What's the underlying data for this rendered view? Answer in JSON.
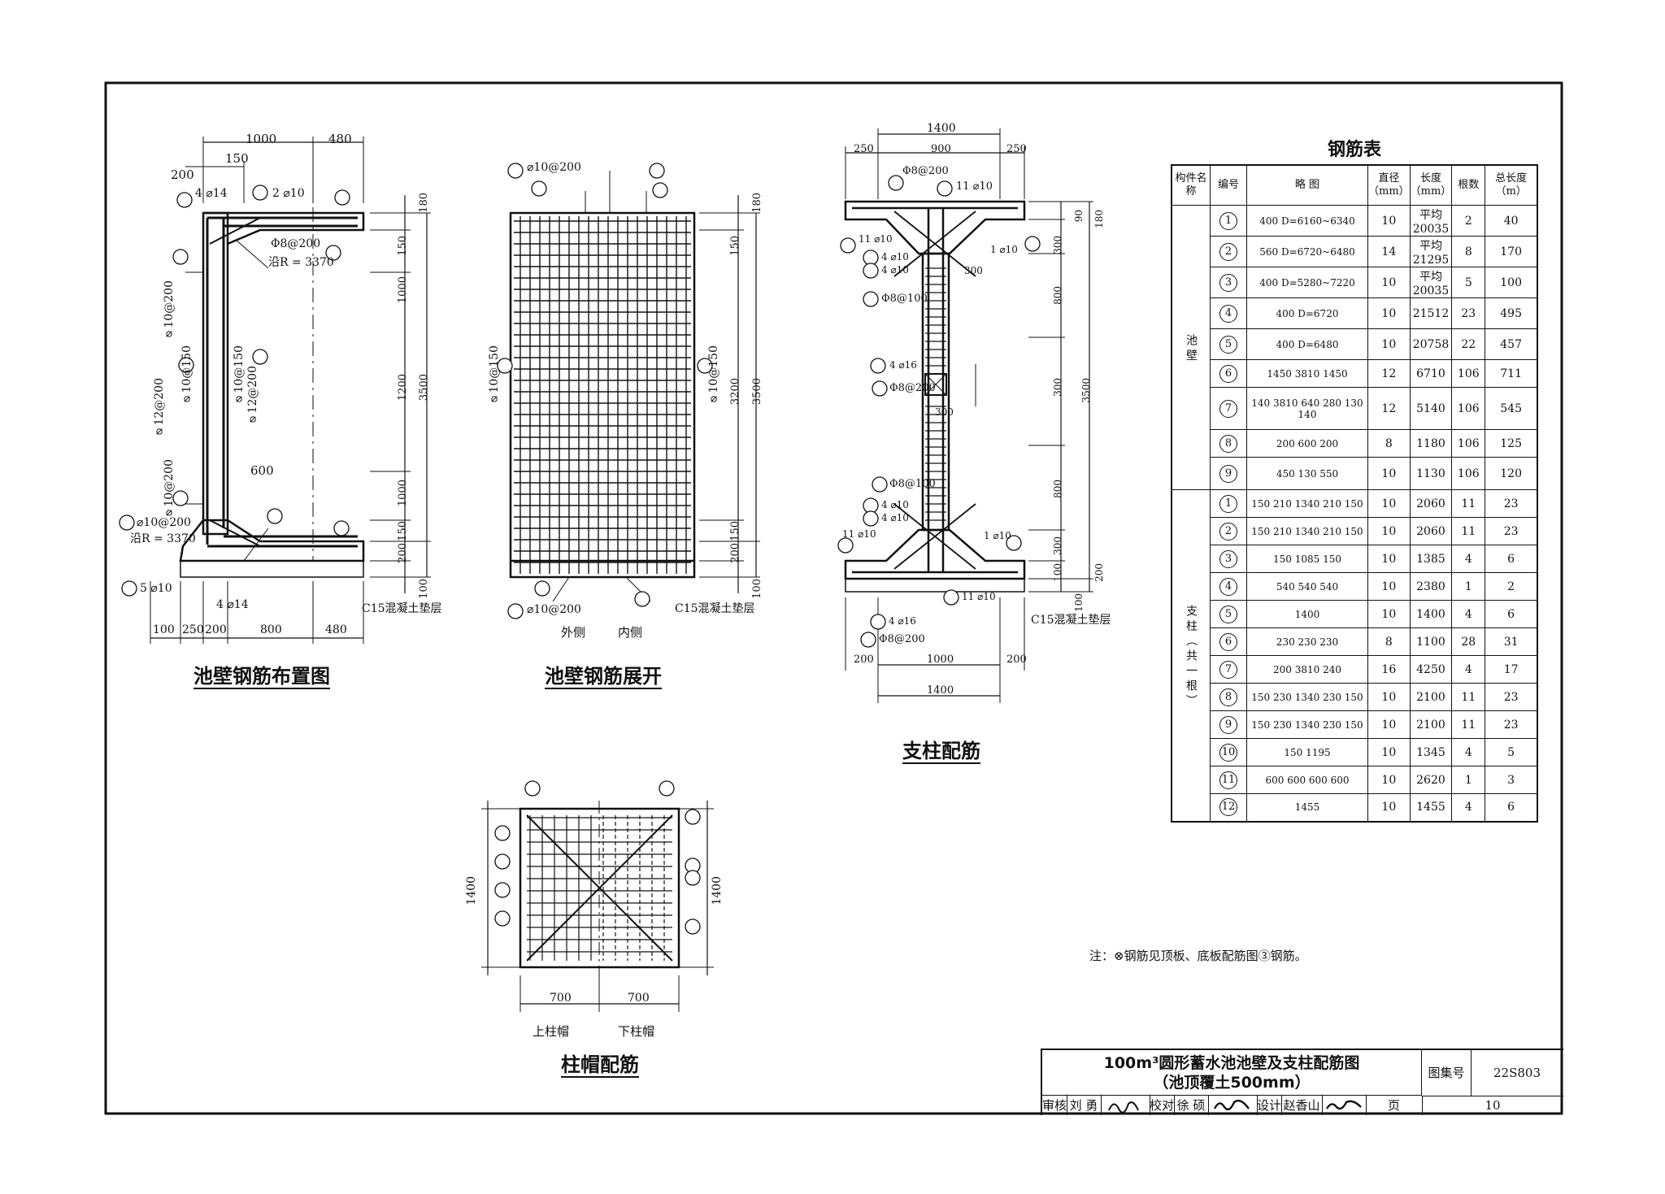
{
  "captions": {
    "wall_layout": "池壁钢筋布置图",
    "wall_unfold": "池壁钢筋展开",
    "column": "支柱配筋",
    "column_cap": "柱帽配筋"
  },
  "wall_layout": {
    "dims_top": [
      "1000",
      "480",
      "150",
      "200"
    ],
    "dims_bottom": [
      "100",
      "250",
      "200",
      "800",
      "480"
    ],
    "dims_right": [
      "180",
      "150",
      "1000",
      "1200",
      "3500",
      "1000",
      "150",
      "200",
      "100"
    ],
    "dim_600": "600",
    "bars": {
      "top_left": "4 ⌀14",
      "top_mid": "2 ⌀10",
      "phi8": "Φ8@200",
      "along_r": "沿R = 3370",
      "left1": "⌀10@200",
      "left2": "⌀12@200",
      "left3": "⌀10@150",
      "left4": "⌀10@200",
      "mid1": "⌀10@150",
      "mid2": "⌀12@200",
      "bottom_left": "⌀10@200",
      "bottom_r": "沿R = 3370",
      "bot5": "5 ⌀10",
      "bot4": "4 ⌀14",
      "cushion": "C15混凝土垫层"
    }
  },
  "wall_unfold": {
    "top_bar": "⌀10@200",
    "left_bar": "⌀10@150",
    "right_bar": "⌀10@150",
    "dims_right": [
      "180",
      "150",
      "3200",
      "3500",
      "150",
      "200",
      "100"
    ],
    "bottom_bar": "⌀10@200",
    "outer": "外侧",
    "inner": "内侧",
    "cushion": "C15混凝土垫层"
  },
  "column": {
    "dims_top": [
      "1400",
      "250",
      "900",
      "250"
    ],
    "dims_bottom": [
      "200",
      "1000",
      "200",
      "1400"
    ],
    "dims_right": [
      "90",
      "180",
      "300",
      "800",
      "300",
      "3500",
      "800",
      "300",
      "100",
      "200",
      "100"
    ],
    "dim_300": "300",
    "labels": {
      "phi8a": "Φ8@200",
      "b11a": "11 ⌀10",
      "b11b": "11 ⌀10",
      "b4a": "4 ⌀10",
      "b4b": "4 ⌀10",
      "b1": "1 ⌀10",
      "phi8b": "Φ8@100",
      "b16a": "4 ⌀16",
      "phi8c": "Φ8@200",
      "phi8d": "Φ8@100",
      "b4c": "4 ⌀10",
      "b4d": "4 ⌀10",
      "b11c": "11 ⌀10",
      "b1b": "1 ⌀10",
      "b11d": "11 ⌀10",
      "b16b": "4 ⌀16",
      "phi8e": "Φ8@200",
      "cushion": "C15混凝土垫层"
    }
  },
  "column_cap": {
    "dim_left": "1400",
    "dim_right": "1400",
    "dims_bottom": [
      "700",
      "700"
    ],
    "upper": "上柱帽",
    "lower": "下柱帽"
  },
  "rebar_table": {
    "title": "钢筋表",
    "headers": [
      "构件名称",
      "编号",
      "略 图",
      "直径（mm）",
      "长度（mm）",
      "根数",
      "总长度（m）"
    ],
    "groups": [
      {
        "name": "池 壁",
        "rows": [
          {
            "no": "1",
            "sketch": "400 D=6160~6340",
            "dia": "10",
            "len": "平均20035",
            "count": "2",
            "total": "40"
          },
          {
            "no": "2",
            "sketch": "560 D=6720~6480",
            "dia": "14",
            "len": "平均21295",
            "count": "8",
            "total": "170"
          },
          {
            "no": "3",
            "sketch": "400 D=5280~7220",
            "dia": "10",
            "len": "平均20035",
            "count": "5",
            "total": "100"
          },
          {
            "no": "4",
            "sketch": "400 D=6720",
            "dia": "10",
            "len": "21512",
            "count": "23",
            "total": "495"
          },
          {
            "no": "5",
            "sketch": "400 D=6480",
            "dia": "10",
            "len": "20758",
            "count": "22",
            "total": "457"
          },
          {
            "no": "6",
            "sketch": "1450 3810 1450",
            "dia": "12",
            "len": "6710",
            "count": "106",
            "total": "711"
          },
          {
            "no": "7",
            "sketch": "140 3810 640 280 130 140",
            "dia": "12",
            "len": "5140",
            "count": "106",
            "total": "545"
          },
          {
            "no": "8",
            "sketch": "200 600 200",
            "dia": "8",
            "len": "1180",
            "count": "106",
            "total": "125"
          },
          {
            "no": "9",
            "sketch": "450 130 550",
            "dia": "10",
            "len": "1130",
            "count": "106",
            "total": "120"
          }
        ]
      },
      {
        "name": "支 柱 （ 共 一 根 ）",
        "rows": [
          {
            "no": "1",
            "sketch": "150 210 1340 210 150",
            "dia": "10",
            "len": "2060",
            "count": "11",
            "total": "23"
          },
          {
            "no": "2",
            "sketch": "150 210 1340 210 150",
            "dia": "10",
            "len": "2060",
            "count": "11",
            "total": "23"
          },
          {
            "no": "3",
            "sketch": "150 1085 150",
            "dia": "10",
            "len": "1385",
            "count": "4",
            "total": "6"
          },
          {
            "no": "4",
            "sketch": "540 540 540",
            "dia": "10",
            "len": "2380",
            "count": "1",
            "total": "2"
          },
          {
            "no": "5",
            "sketch": "1400",
            "dia": "10",
            "len": "1400",
            "count": "4",
            "total": "6"
          },
          {
            "no": "6",
            "sketch": "230 230 230",
            "dia": "8",
            "len": "1100",
            "count": "28",
            "total": "31"
          },
          {
            "no": "7",
            "sketch": "200 3810 240",
            "dia": "16",
            "len": "4250",
            "count": "4",
            "total": "17"
          },
          {
            "no": "8",
            "sketch": "150 230 1340 230 150",
            "dia": "10",
            "len": "2100",
            "count": "11",
            "total": "23"
          },
          {
            "no": "9",
            "sketch": "150 230 1340 230 150",
            "dia": "10",
            "len": "2100",
            "count": "11",
            "total": "23"
          },
          {
            "no": "10",
            "sketch": "150 1195",
            "dia": "10",
            "len": "1345",
            "count": "4",
            "total": "5"
          },
          {
            "no": "11",
            "sketch": "600 600 600 600",
            "dia": "10",
            "len": "2620",
            "count": "1",
            "total": "3"
          },
          {
            "no": "12",
            "sketch": "1455",
            "dia": "10",
            "len": "1455",
            "count": "4",
            "total": "6"
          }
        ]
      }
    ]
  },
  "note": "注：⊗钢筋见顶板、底板配筋图③钢筋。",
  "title_block": {
    "title_line1": "100m³圆形蓄水池池壁及支柱配筋图",
    "title_line2": "（池顶覆土500mm）",
    "atlas_label": "图集号",
    "atlas_no": "22S803",
    "review_label": "审核",
    "reviewer": "刘 勇",
    "check_label": "校对",
    "checker": "徐 硕",
    "design_label": "设计",
    "designer": "赵香山",
    "page_label": "页",
    "page_no": "10"
  }
}
